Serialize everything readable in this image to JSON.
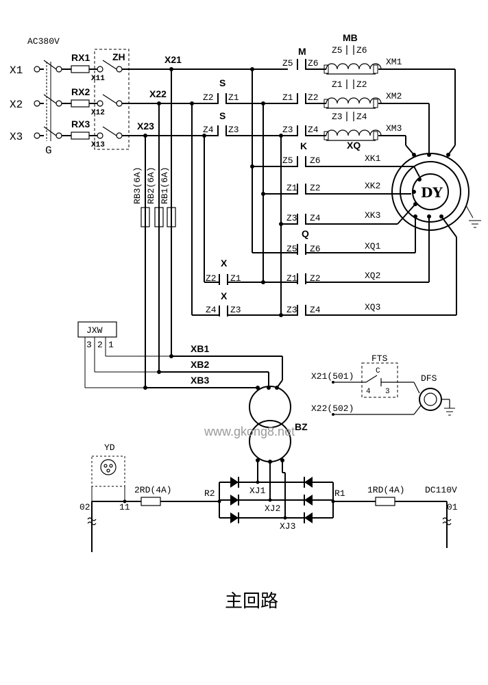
{
  "supply": {
    "voltage": "AC380V",
    "phases": [
      "X1",
      "X2",
      "X3"
    ],
    "breaker": "G",
    "fuses": [
      "RX1",
      "RX2",
      "RX3"
    ],
    "switch": "ZH",
    "switch_terminals": [
      "X11",
      "X12",
      "X13"
    ]
  },
  "buses": [
    "X21",
    "X22",
    "X23"
  ],
  "contactors": {
    "M": {
      "label": "M",
      "contacts": [
        "Z5",
        "Z6"
      ]
    },
    "S_upper": {
      "label": "S",
      "contacts": [
        "Z2",
        "Z1"
      ]
    },
    "S_lower": {
      "label": "S",
      "contacts": [
        "Z4",
        "Z3"
      ]
    },
    "M_right": {
      "contacts": [
        [
          "Z1",
          "Z2"
        ],
        [
          "Z3",
          "Z4"
        ]
      ]
    },
    "K": {
      "label": "K",
      "contacts": [
        [
          "Z5",
          "Z6"
        ],
        [
          "Z1",
          "Z2"
        ],
        [
          "Z3",
          "Z4"
        ]
      ]
    },
    "Q": {
      "label": "Q",
      "contacts": [
        [
          "Z5",
          "Z6"
        ],
        [
          "Z1",
          "Z2"
        ],
        [
          "Z3",
          "Z4"
        ]
      ]
    },
    "X_upper": {
      "label": "X",
      "contacts": [
        "Z2",
        "Z1"
      ]
    },
    "X_lower": {
      "label": "X",
      "contacts": [
        "Z4",
        "Z3"
      ]
    }
  },
  "brake": {
    "label": "MB",
    "contacts": [
      [
        "Z5",
        "Z6"
      ],
      [
        "Z1",
        "Z2"
      ],
      [
        "Z3",
        "Z4"
      ]
    ],
    "coil": "XQ"
  },
  "motor_leads": [
    "XM1",
    "XM2",
    "XM3"
  ],
  "k_leads": [
    "XK1",
    "XK2",
    "XK3"
  ],
  "q_leads": [
    "XQ1",
    "XQ2",
    "XQ3"
  ],
  "motor": "DY",
  "control_fuses": [
    "RB3(6A)",
    "RB2(6A)",
    "RB1(6A)"
  ],
  "relay": {
    "label": "JXW",
    "pins": [
      "3",
      "2",
      "1"
    ]
  },
  "xb": [
    "XB1",
    "XB2",
    "XB3"
  ],
  "transformer": "BZ",
  "fts": {
    "label": "FTS",
    "contact_top": "C",
    "pins": [
      "4",
      "3"
    ],
    "inputs": [
      "X21(501)",
      "X22(502)"
    ],
    "sensor": "DFS"
  },
  "watermark": "www.gkong8.net",
  "dc": {
    "lamp": "YD",
    "fuse_left": "2RD(4A)",
    "fuse_right": "1RD(4A)",
    "voltage": "DC110V",
    "terminals": [
      "02",
      "11",
      "R2",
      "R1",
      "01"
    ],
    "bridge": [
      "XJ1",
      "XJ2",
      "XJ3"
    ]
  },
  "title": "主回路"
}
